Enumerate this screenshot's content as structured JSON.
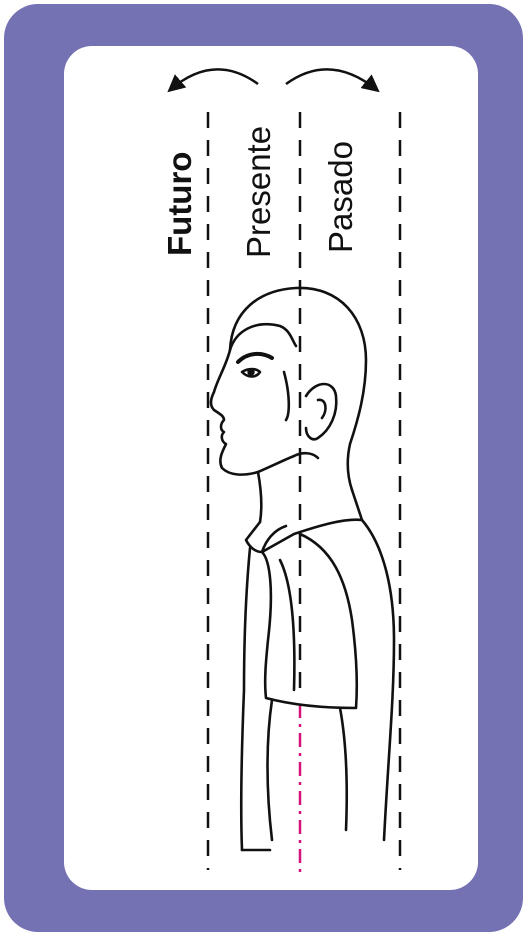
{
  "colors": {
    "frame": "#7572b4",
    "card": "#ffffff",
    "ink": "#111111",
    "accent_line": "#d6127a"
  },
  "labels": {
    "future": "Futuro",
    "present": "Presente",
    "past": "Pasado"
  },
  "icons": [
    "arrow-left-curved-icon",
    "arrow-right-curved-icon"
  ]
}
